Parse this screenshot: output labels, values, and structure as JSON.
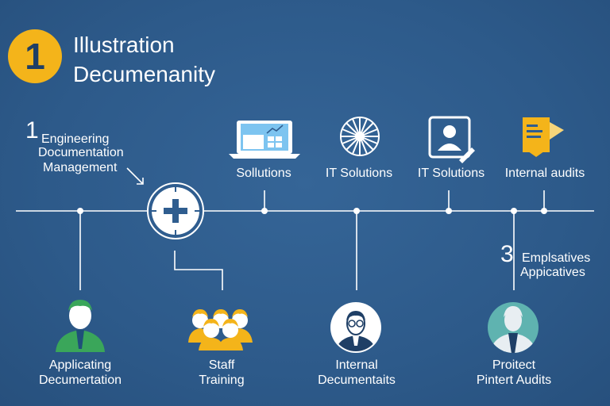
{
  "header": {
    "badge_number": "1",
    "title_line1": "Illustration",
    "title_line2": "Decumenanity"
  },
  "step1": {
    "number": "1",
    "line1": "Engineering",
    "line2": "Documentation",
    "line3": "Management"
  },
  "top_items": [
    {
      "label": "Sollutions",
      "icon": "laptop-chart-icon"
    },
    {
      "label": "IT Solutions",
      "icon": "wheel-icon"
    },
    {
      "label": "IT Solutions",
      "icon": "user-card-icon"
    },
    {
      "label": "Internal audits",
      "icon": "document-flag-icon"
    }
  ],
  "center_node": {
    "icon": "plus-icon"
  },
  "step3": {
    "number": "3",
    "line1": "Emplsatives",
    "line2": "Appicatives"
  },
  "bottom_items": [
    {
      "line1": "Applicating",
      "line2": "Decumertation",
      "icon": "person-tie-icon"
    },
    {
      "line1": "Staff",
      "line2": "Training",
      "icon": "team-icon"
    },
    {
      "line1": "Internal",
      "line2": "Decumentaits",
      "icon": "person-glasses-icon"
    },
    {
      "line1": "Proitect",
      "line2": "Pintert Audits",
      "icon": "person-suit-icon"
    }
  ],
  "colors": {
    "background": "#2f5d8f",
    "accent_yellow": "#f4b41a",
    "accent_green": "#3aa65a",
    "accent_teal": "#5fb3b0",
    "line": "#ffffff"
  }
}
